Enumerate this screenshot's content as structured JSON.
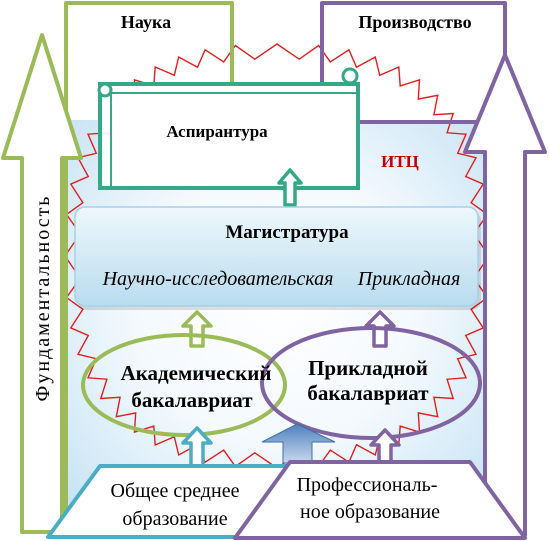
{
  "frames": {
    "science": "Наука",
    "production": "Производство"
  },
  "itc": "ИТЦ",
  "vertical_axis": "Фундаментальность",
  "postgraduate": "Аспирантура",
  "masters": {
    "title": "Магистратура",
    "tracks": [
      "Научно-исследовательская",
      "Прикладная"
    ]
  },
  "bachelor": {
    "academic": [
      "Академический",
      "бакалавриат"
    ],
    "applied": [
      "Прикладной",
      "бакалавриат"
    ]
  },
  "education": {
    "general": [
      "Общее среднее",
      "образование"
    ],
    "professional": [
      "Профессиональ-",
      "ное образование"
    ]
  },
  "colors": {
    "science": "#9BBB59",
    "production": "#8064A2",
    "postgraduate": "#33A987",
    "general_education": "#4BACC6",
    "itc": "#C00000",
    "zigzag": "#E41E1E",
    "itc_fill": "#C7E3F4",
    "masters_fill": "#B9DCEF",
    "blue_arrow": "#4F81BD"
  }
}
